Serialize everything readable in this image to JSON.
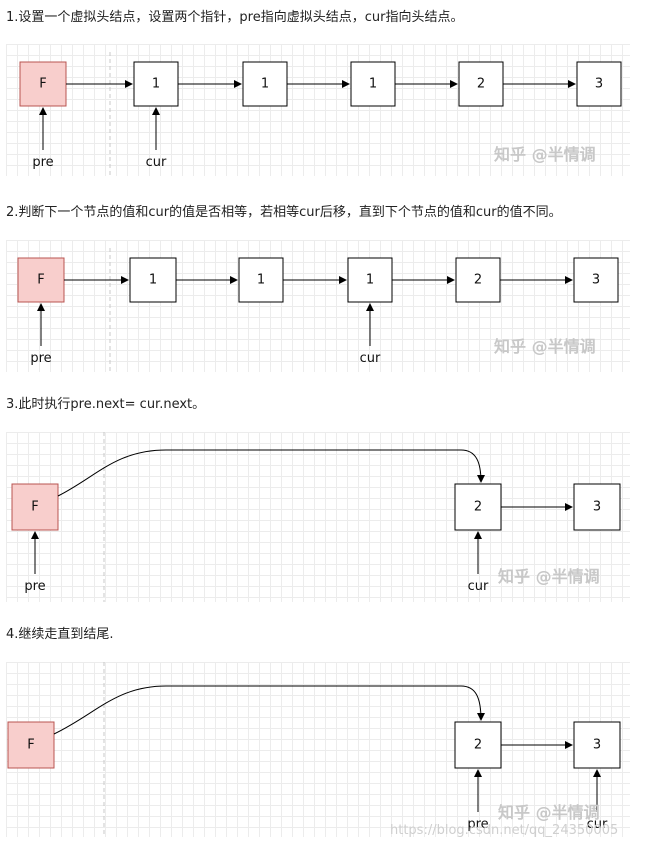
{
  "steps": [
    {
      "title": "1.设置一个虚拟头结点，设置两个指针，pre指向虚拟头结点，cur指向头结点。",
      "dummy_label": "F",
      "nodes": [
        "1",
        "1",
        "1",
        "2",
        "3"
      ],
      "pointers": {
        "pre": "pre",
        "cur": "cur"
      },
      "watermark": "知乎 @半情调"
    },
    {
      "title": "2.判断下一个节点的值和cur的值是否相等，若相等cur后移，直到下个节点的值和cur的值不同。",
      "dummy_label": "F",
      "nodes": [
        "1",
        "1",
        "1",
        "2",
        "3"
      ],
      "pointers": {
        "pre": "pre",
        "cur": "cur"
      },
      "watermark": "知乎 @半情调"
    },
    {
      "title": "3.此时执行pre.next= cur.next。",
      "dummy_label": "F",
      "nodes": [
        "2",
        "3"
      ],
      "pointers": {
        "pre": "pre",
        "cur": "cur"
      },
      "watermark": "知乎 @半情调"
    },
    {
      "title": "4.继续走直到结尾.",
      "dummy_label": "F",
      "nodes": [
        "2",
        "3"
      ],
      "pointers": {
        "pre": "pre",
        "cur": "cur"
      },
      "watermark": "知乎 @半情调",
      "source_watermark": "https://blog.csdn.net/qq_24350005"
    }
  ],
  "colors": {
    "dummy_fill": "#f8cecc",
    "dummy_stroke": "#b85450",
    "node_stroke": "#000000",
    "grid": "#ececec"
  }
}
